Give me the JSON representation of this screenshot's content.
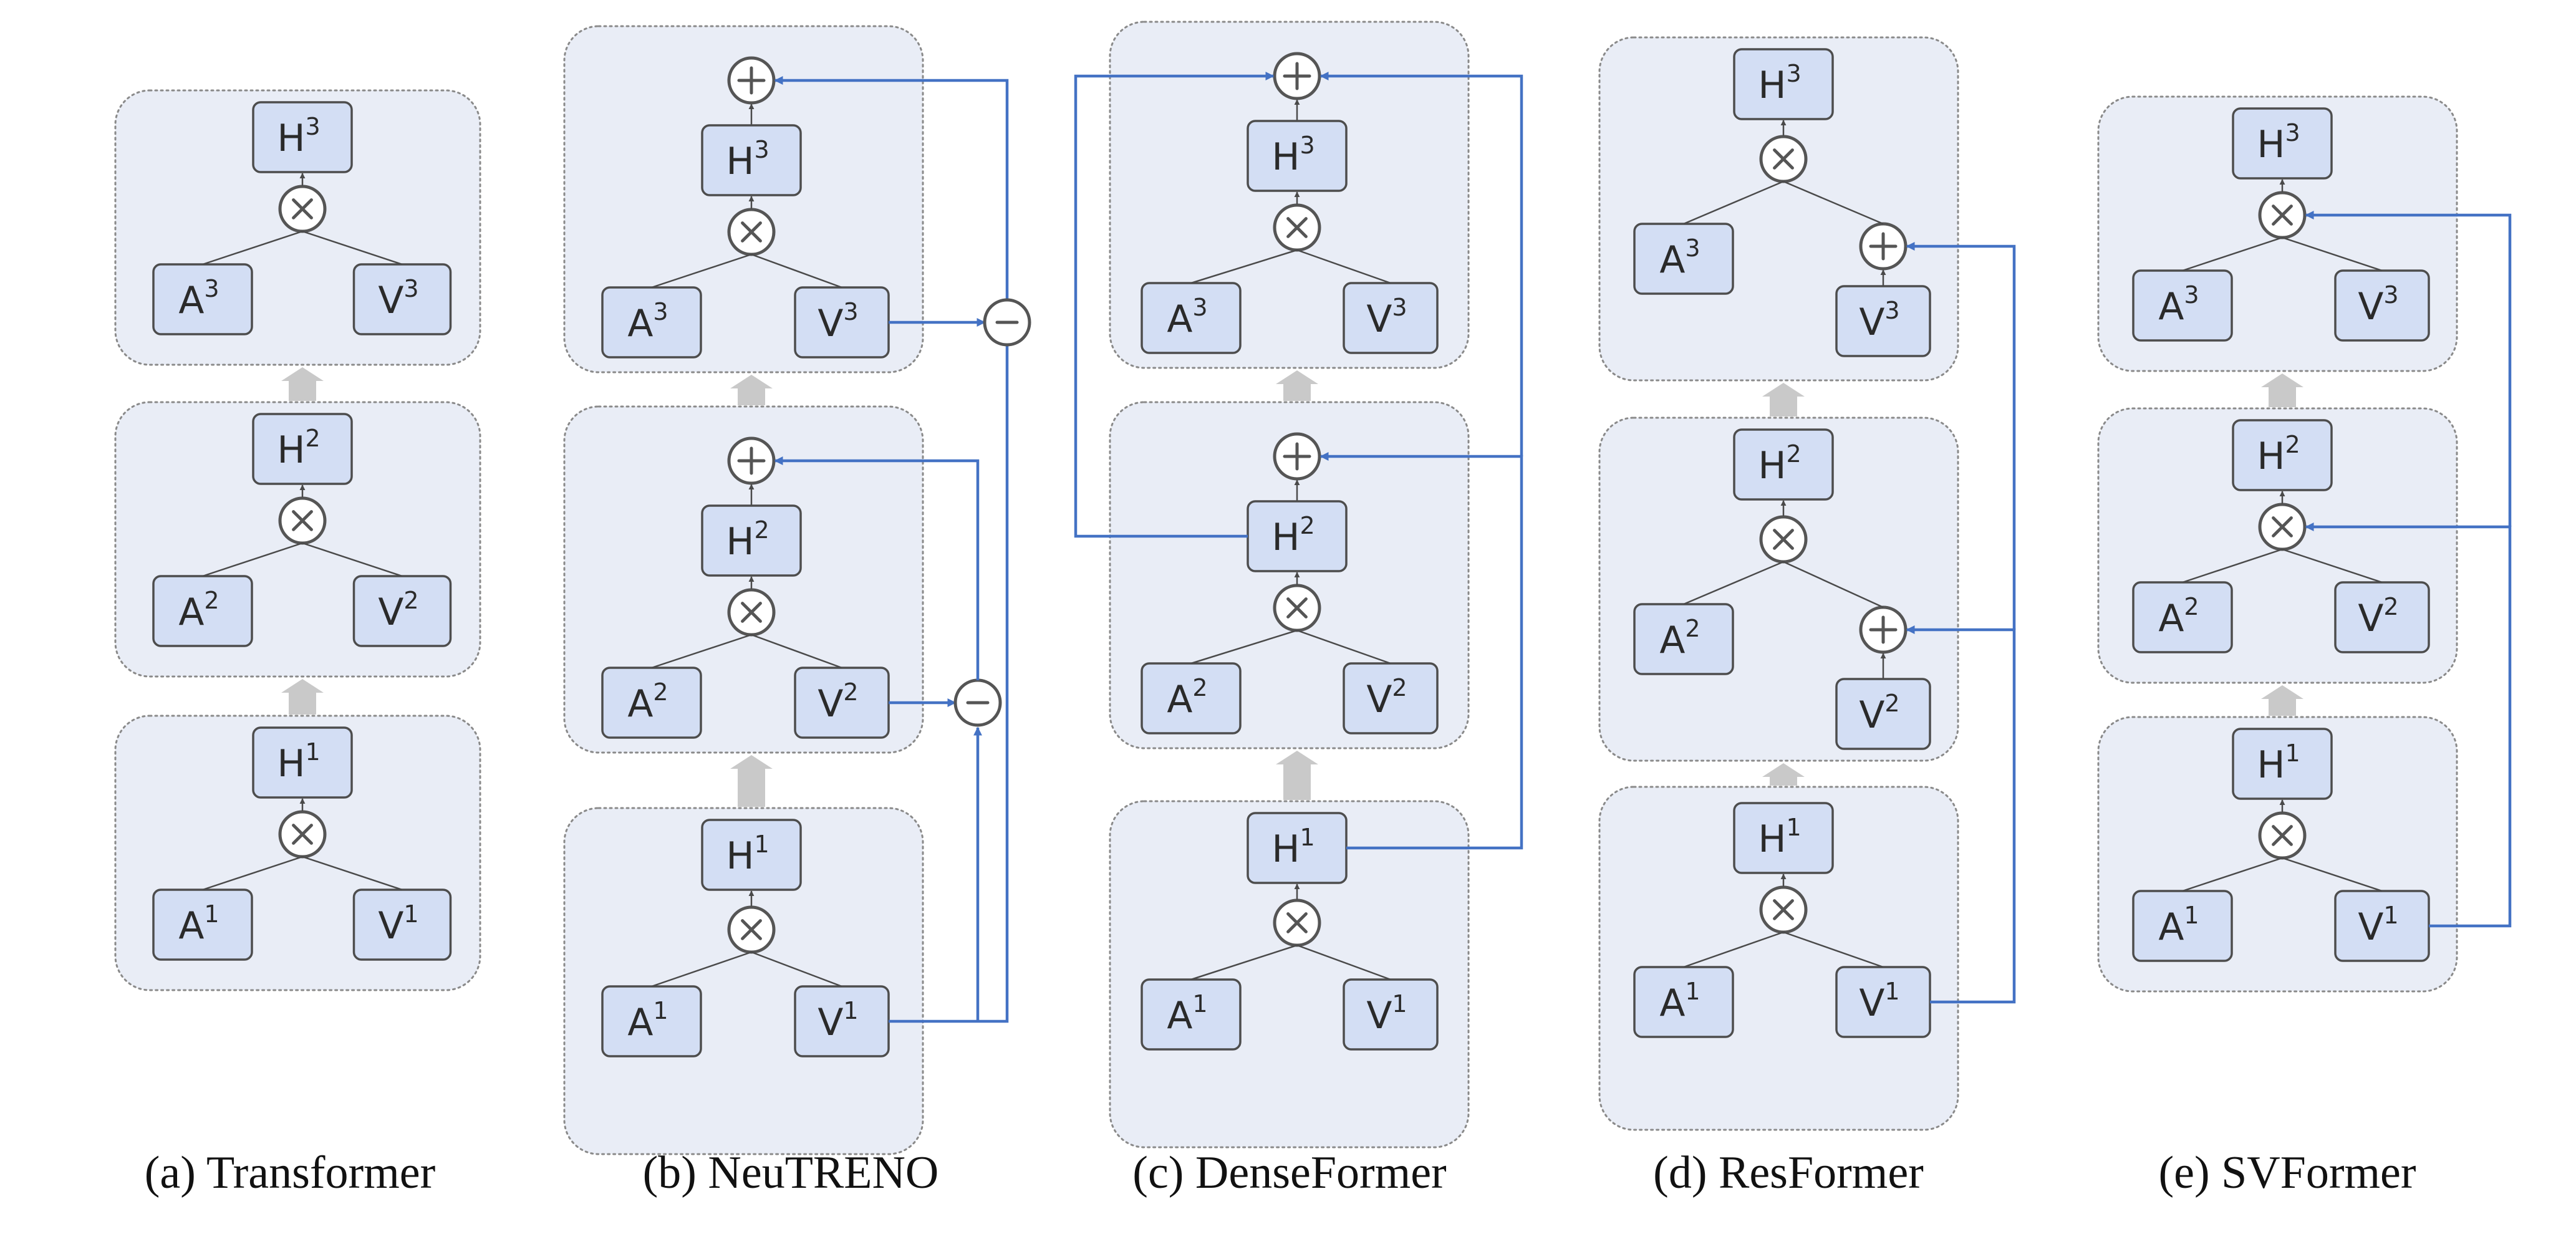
{
  "panels": [
    {
      "caption": "(a) Transformer",
      "layers": [
        {
          "H": {
            "base": "H",
            "sup": "3"
          },
          "A": {
            "base": "A",
            "sup": "3"
          },
          "V": {
            "base": "V",
            "sup": "3"
          }
        },
        {
          "H": {
            "base": "H",
            "sup": "2"
          },
          "A": {
            "base": "A",
            "sup": "2"
          },
          "V": {
            "base": "V",
            "sup": "2"
          }
        },
        {
          "H": {
            "base": "H",
            "sup": "1"
          },
          "A": {
            "base": "A",
            "sup": "1"
          },
          "V": {
            "base": "V",
            "sup": "1"
          }
        }
      ]
    },
    {
      "caption": "(b) NeuTRENO",
      "layers": [
        {
          "H": {
            "base": "H",
            "sup": "3"
          },
          "A": {
            "base": "A",
            "sup": "3"
          },
          "V": {
            "base": "V",
            "sup": "3"
          }
        },
        {
          "H": {
            "base": "H",
            "sup": "2"
          },
          "A": {
            "base": "A",
            "sup": "2"
          },
          "V": {
            "base": "V",
            "sup": "2"
          }
        },
        {
          "H": {
            "base": "H",
            "sup": "1"
          },
          "A": {
            "base": "A",
            "sup": "1"
          },
          "V": {
            "base": "V",
            "sup": "1"
          }
        }
      ]
    },
    {
      "caption": "(c) DenseFormer",
      "layers": [
        {
          "H": {
            "base": "H",
            "sup": "3"
          },
          "A": {
            "base": "A",
            "sup": "3"
          },
          "V": {
            "base": "V",
            "sup": "3"
          }
        },
        {
          "H": {
            "base": "H",
            "sup": "2"
          },
          "A": {
            "base": "A",
            "sup": "2"
          },
          "V": {
            "base": "V",
            "sup": "2"
          }
        },
        {
          "H": {
            "base": "H",
            "sup": "1"
          },
          "A": {
            "base": "A",
            "sup": "1"
          },
          "V": {
            "base": "V",
            "sup": "1"
          }
        }
      ]
    },
    {
      "caption": "(d) ResFormer",
      "layers": [
        {
          "H": {
            "base": "H",
            "sup": "3"
          },
          "A": {
            "base": "A",
            "sup": "3"
          },
          "V": {
            "base": "V",
            "sup": "3"
          }
        },
        {
          "H": {
            "base": "H",
            "sup": "2"
          },
          "A": {
            "base": "A",
            "sup": "2"
          },
          "V": {
            "base": "V",
            "sup": "2"
          }
        },
        {
          "H": {
            "base": "H",
            "sup": "1"
          },
          "A": {
            "base": "A",
            "sup": "1"
          },
          "V": {
            "base": "V",
            "sup": "1"
          }
        }
      ]
    },
    {
      "caption": "(e) SVFormer",
      "layers": [
        {
          "H": {
            "base": "H",
            "sup": "3"
          },
          "A": {
            "base": "A",
            "sup": "3"
          },
          "V": {
            "base": "V",
            "sup": "3"
          }
        },
        {
          "H": {
            "base": "H",
            "sup": "2"
          },
          "A": {
            "base": "A",
            "sup": "2"
          },
          "V": {
            "base": "V",
            "sup": "2"
          }
        },
        {
          "H": {
            "base": "H",
            "sup": "1"
          },
          "A": {
            "base": "A",
            "sup": "1"
          },
          "V": {
            "base": "V",
            "sup": "1"
          }
        }
      ]
    }
  ],
  "colors": {
    "layer_fill": "#e9edf6",
    "node_fill": "#d3def4",
    "connection_blue": "#4472c4",
    "stack_arrow": "#c9c9c9"
  },
  "icons": [
    "multiply-icon",
    "plus-icon",
    "minus-icon",
    "up-arrow-icon"
  ]
}
